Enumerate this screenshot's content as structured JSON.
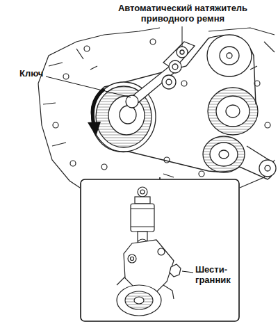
{
  "diagram": {
    "labels": [
      "Автоматический натяжитель приводного ремня",
      "Ключ",
      "Шести- гранник"
    ]
  }
}
